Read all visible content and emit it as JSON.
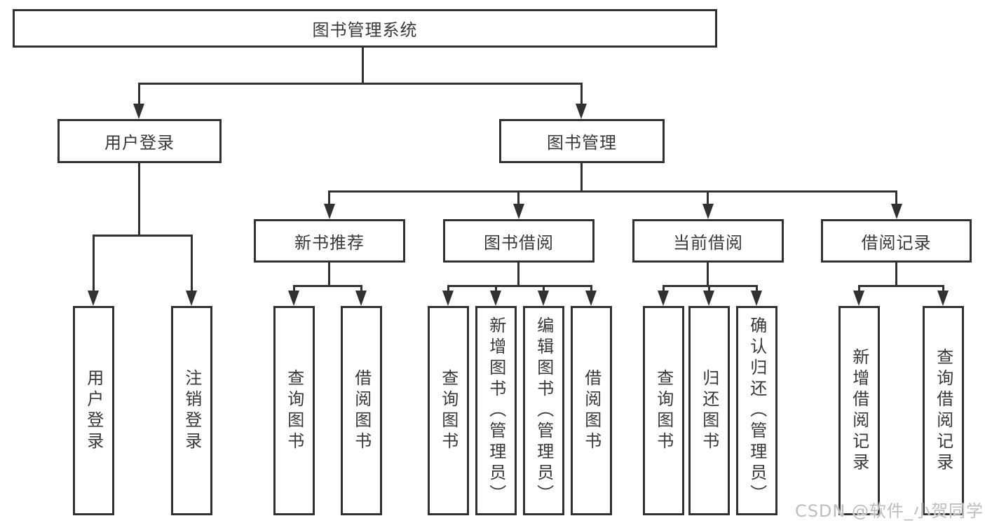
{
  "diagram": {
    "title": "图书管理系统",
    "level2": {
      "user_login": "用户登录",
      "book_mgmt": "图书管理"
    },
    "level3": {
      "new_book_rec": "新书推荐",
      "book_borrow": "图书借阅",
      "current_borrow": "当前借阅",
      "borrow_records": "借阅记录"
    },
    "leaves": {
      "user_login": "用户登录",
      "logout": "注销登录",
      "query_books_1": "查询图书",
      "borrow_books_1": "借阅图书",
      "query_books_2": "查询图书",
      "add_book_admin": "新增图书（管理员）",
      "edit_book_admin": "编辑图书（管理员）",
      "borrow_books_2": "借阅图书",
      "query_books_3": "查询图书",
      "return_book": "归还图书",
      "confirm_return_admin": "确认归还（管理员）",
      "add_borrow_record": "新增借阅记录",
      "query_borrow_record": "查询借阅记录"
    },
    "watermark": "CSDN @软件_小贺同学",
    "colors": {
      "line": "#313131",
      "text": "#383838",
      "watermark": "#bdbdbd",
      "background": "#ffffff"
    }
  }
}
